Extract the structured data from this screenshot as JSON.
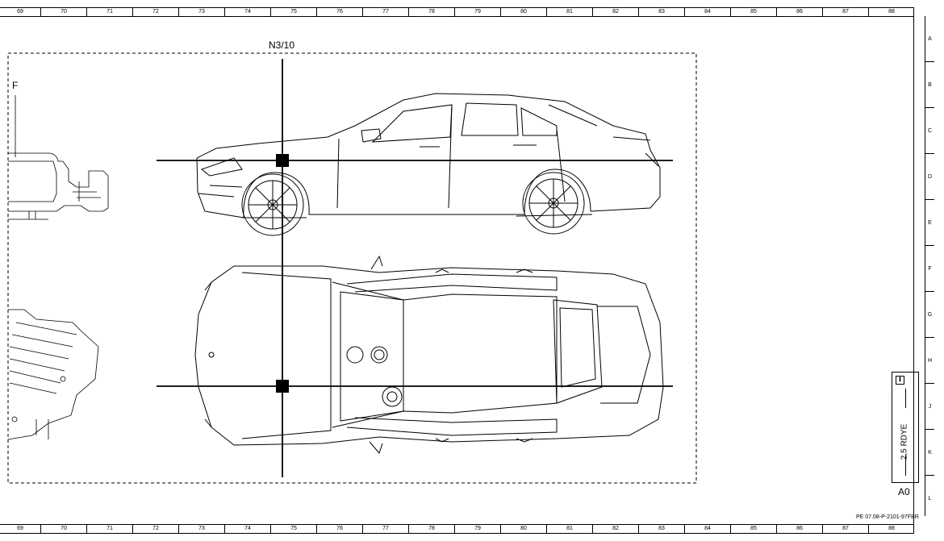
{
  "ruler": {
    "columns": [
      "69",
      "70",
      "71",
      "72",
      "73",
      "74",
      "75",
      "76",
      "77",
      "78",
      "79",
      "80",
      "81",
      "82",
      "83",
      "84",
      "85",
      "86",
      "87",
      "88"
    ],
    "rows": [
      "A",
      "B",
      "C",
      "D",
      "E",
      "F",
      "G",
      "H",
      "J",
      "K",
      "L"
    ]
  },
  "diagram": {
    "component_label": "N3/10",
    "left_label": "F",
    "connector_label": "A0",
    "wire_label": "2,5 RDYE",
    "info_icon": "i",
    "document_id": "PE 07.08-P-2101-97FBR"
  },
  "icons": {
    "info": "info-icon",
    "marker": "location-marker-icon"
  }
}
